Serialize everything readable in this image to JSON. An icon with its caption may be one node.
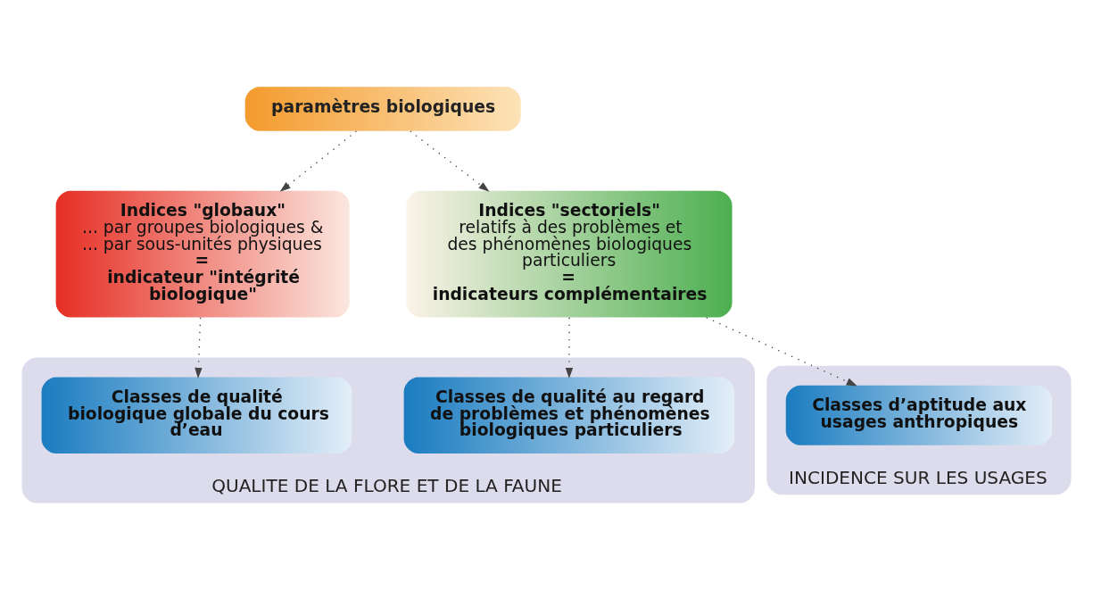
{
  "diagram": {
    "nodes": [
      {
        "text": [
          "paramètres biologiques"
        ]
      },
      {
        "text": [
          "Indices \"globaux\"",
          "... par groupes biologiques & ... par sous-unités physiques",
          "=",
          "indicateur \"intégrité biologique\""
        ]
      },
      {
        "text": [
          "Indices \"sectoriels\"",
          "relatifs à des problèmes et des phénomènes biologiques particuliers",
          "=",
          "indicateurs complémentaires"
        ]
      },
      {
        "text": [
          "QUALITE DE LA FLORE ET DE LA FAUNE"
        ]
      },
      {
        "text": [
          "Classes de qualité biologique globale du cours d’eau"
        ],
        "in": 3
      },
      {
        "text": [
          "Classes de qualité au regard de problèmes et phénomènes biologiques particuliers"
        ],
        "in": 3
      },
      {
        "text": [
          "INCIDENCE SUR LES USAGES"
        ]
      },
      {
        "text": [
          "Classes d’aptitude aux usages anthropiques"
        ],
        "in": 6
      }
    ],
    "edges": [
      {
        "from": 0,
        "to": 1,
        "arrow": "to"
      },
      {
        "from": 0,
        "to": 2,
        "arrow": "to"
      },
      {
        "from": 1,
        "to": 4,
        "arrow": "to"
      },
      {
        "from": 2,
        "to": 5,
        "arrow": "to"
      },
      {
        "from": 2,
        "to": 7,
        "arrow": "to"
      }
    ]
  }
}
